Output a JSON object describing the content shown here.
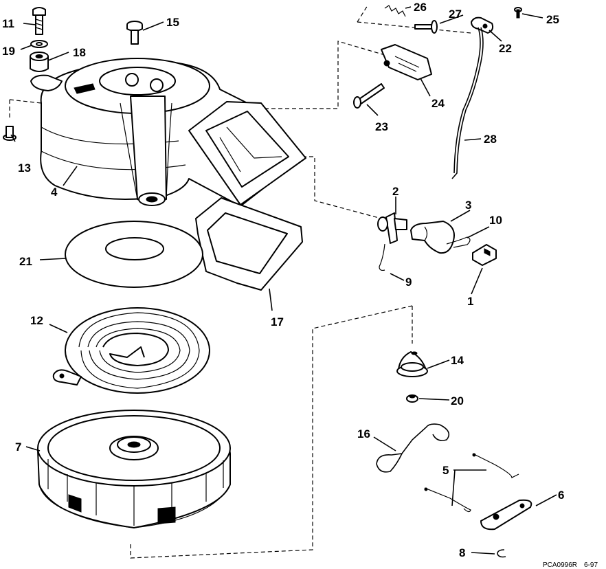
{
  "callouts": [
    {
      "num": "1"
    },
    {
      "num": "2"
    },
    {
      "num": "3"
    },
    {
      "num": "4"
    },
    {
      "num": "5"
    },
    {
      "num": "6"
    },
    {
      "num": "7"
    },
    {
      "num": "8"
    },
    {
      "num": "9"
    },
    {
      "num": "10"
    },
    {
      "num": "11"
    },
    {
      "num": "12"
    },
    {
      "num": "13"
    },
    {
      "num": "14"
    },
    {
      "num": "15"
    },
    {
      "num": "16"
    },
    {
      "num": "17"
    },
    {
      "num": "18"
    },
    {
      "num": "19"
    },
    {
      "num": "20"
    },
    {
      "num": "21"
    },
    {
      "num": "22"
    },
    {
      "num": "23"
    },
    {
      "num": "24"
    },
    {
      "num": "25"
    },
    {
      "num": "26"
    },
    {
      "num": "27"
    },
    {
      "num": "28"
    }
  ],
  "footer": {
    "code": "PCA0996R",
    "date": "6-97"
  }
}
